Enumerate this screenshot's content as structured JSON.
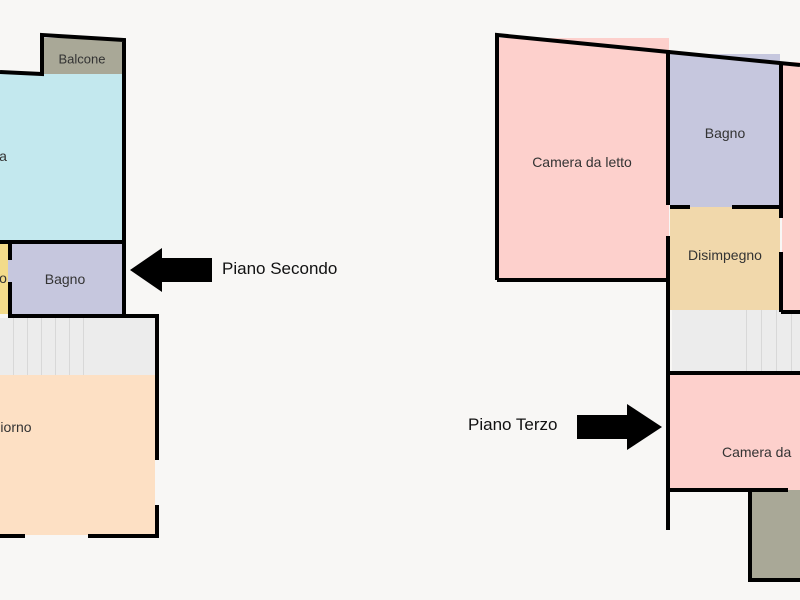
{
  "floor_left": {
    "rooms": {
      "balcone": "Balcone",
      "cyan_room": "a",
      "corridor": "o",
      "bagno": "Bagno",
      "soggiorno": "iorno"
    },
    "label": "Piano Secondo"
  },
  "floor_right": {
    "rooms": {
      "camera_letto": "Camera da letto",
      "bagno": "Bagno",
      "disimpegno": "Disimpegno",
      "camera_bottom": "Camera da"
    },
    "label": "Piano Terzo"
  },
  "colors": {
    "balcony": "#a9a897",
    "living_cyan": "#c3e8ee",
    "bath": "#c6c7de",
    "corridor_yellow": "#f3db8a",
    "soggiorno": "#fde0c4",
    "bedroom": "#fdd0cc",
    "disimpegno": "#f1d8ab",
    "stairs": "#ececec"
  }
}
